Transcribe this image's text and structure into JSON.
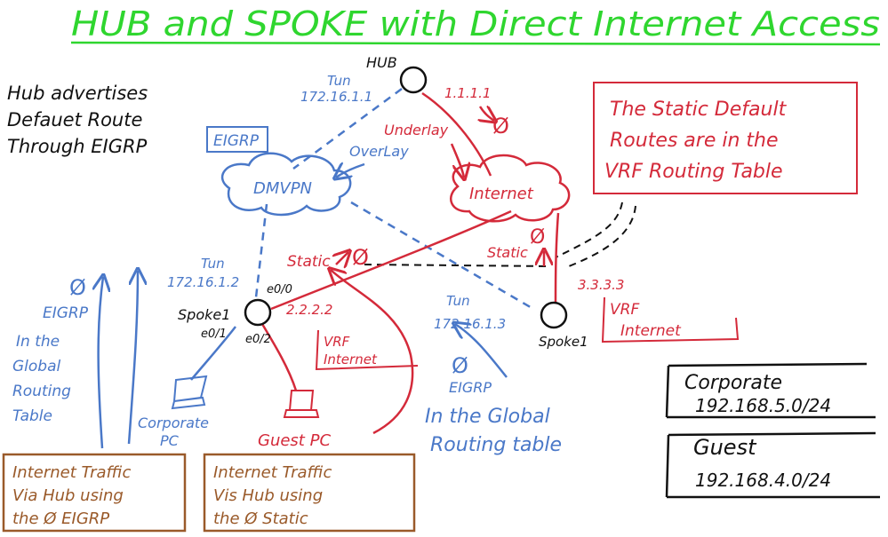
{
  "title": "HUB and SPOKE with Direct Internet Access",
  "left_note": [
    "Hub advertises",
    "Defauet Route",
    "Through EIGRP"
  ],
  "hub": {
    "label": "HUB",
    "tun": "Tun",
    "tun_ip": "172.16.1.1",
    "wan_ip": "1.1.1.1",
    "null_symbol": "Ø"
  },
  "eigrp_box": "EIGRP",
  "overlay_label": "OverLay",
  "underlay_label": "Underlay",
  "dmvpn_label": "DMVPN",
  "internet_label": "Internet",
  "vrf_note": [
    "The Static Default",
    "Routes are in the",
    "VRF Routing Table"
  ],
  "spoke1": {
    "label": "Spoke1",
    "tun": "Tun",
    "tun_ip": "172.16.1.2",
    "e0_0": "e0/0",
    "e0_1": "e0/1",
    "e0_2": "e0/2",
    "wan_ip": "2.2.2.2",
    "static_label": "Static",
    "null_symbol": "Ø",
    "vrf_label": [
      "VRF",
      "Internet"
    ]
  },
  "spoke2": {
    "label": "Spoke1",
    "tun": "Tun",
    "tun_ip": "172.16.1.3",
    "wan_ip": "3.3.3.3",
    "static_label": "Static",
    "null_symbol": "Ø",
    "vrf_label": [
      "VRF",
      "Internet"
    ]
  },
  "spoke1_eigrp": {
    "null_symbol": "Ø",
    "lines": [
      "EIGRP",
      "In the",
      "Global",
      "Routing",
      "Table"
    ]
  },
  "spoke2_eigrp": {
    "null_symbol": "Ø",
    "lines": [
      "EIGRP",
      "In the Global",
      "Routing table"
    ]
  },
  "corporate_pc": [
    "Corporate",
    "PC"
  ],
  "guest_pc": "Guest PC",
  "box_eigrp_traffic": [
    "Internet Traffic",
    "Via Hub using",
    "the Ø EIGRP"
  ],
  "box_static_traffic": [
    "Internet Traffic",
    "Vis Hub using",
    "the Ø Static"
  ],
  "corporate_net": {
    "label": "Corporate",
    "subnet": "192.168.5.0/24"
  },
  "guest_net": {
    "label": "Guest",
    "subnet": "192.168.4.0/24"
  },
  "colors": {
    "blue": "#4a78c8",
    "red": "#d42a3a",
    "green": "#2fd62f",
    "brown": "#9a5a2a",
    "black": "#111111"
  }
}
